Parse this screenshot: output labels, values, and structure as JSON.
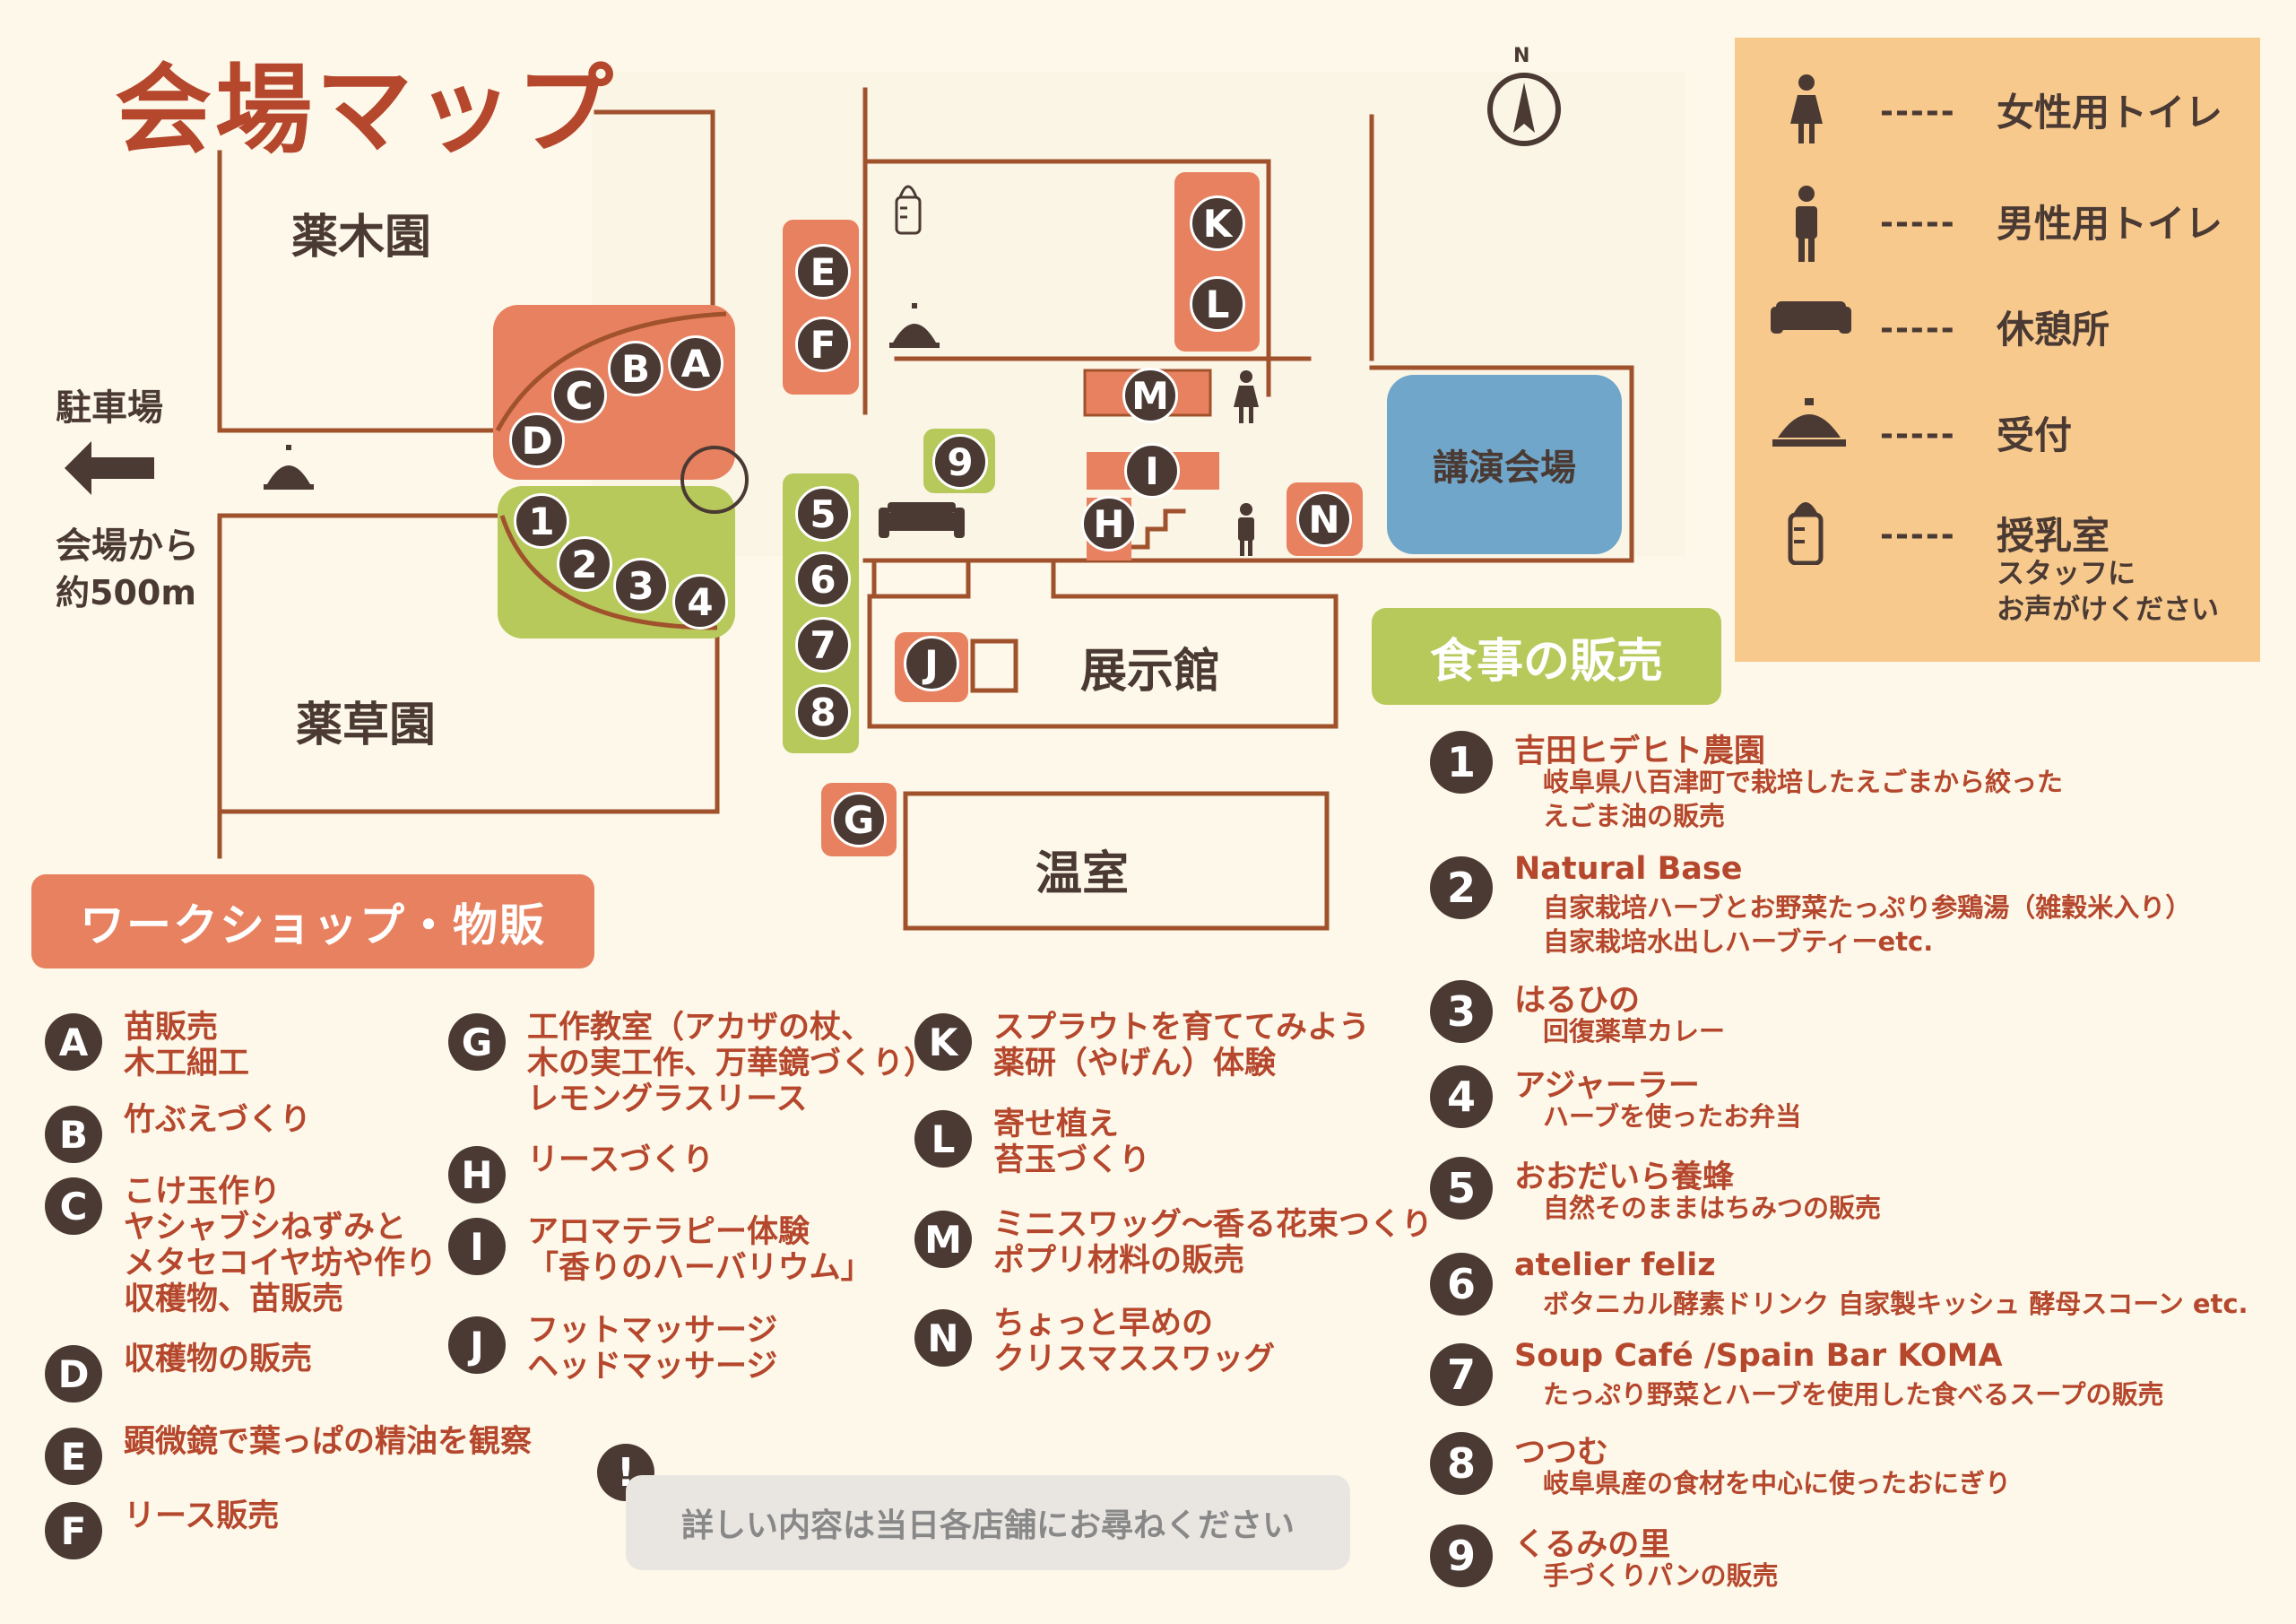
{
  "title": "会場マップ",
  "places": {
    "yakuboku": "薬木園",
    "yakusou": "薬草園",
    "tenjikan": "展示館",
    "onshitsu": "温室",
    "kouen": "講演会場",
    "parking": "駐車場",
    "distance_line1": "会場から",
    "distance_line2": "約500m"
  },
  "compass": "N",
  "legend": {
    "dash": "-----",
    "items": [
      {
        "icon": "female-toilet-icon",
        "label": "女性用トイレ"
      },
      {
        "icon": "male-toilet-icon",
        "label": "男性用トイレ"
      },
      {
        "icon": "sofa-icon",
        "label": "休憩所"
      },
      {
        "icon": "reception-bell-icon",
        "label": "受付"
      },
      {
        "icon": "baby-bottle-icon",
        "label": "授乳室"
      }
    ],
    "note_line1": "スタッフに",
    "note_line2": "お声がけください"
  },
  "map_markers": {
    "letters": [
      "A",
      "B",
      "C",
      "D",
      "E",
      "F",
      "G",
      "H",
      "I",
      "J",
      "K",
      "L",
      "M",
      "N"
    ],
    "numbers": [
      "1",
      "2",
      "3",
      "4",
      "5",
      "6",
      "7",
      "8",
      "9"
    ]
  },
  "workshop": {
    "heading": "ワークショップ・物販",
    "items": [
      {
        "key": "A",
        "lines": [
          "苗販売",
          "木工細工"
        ]
      },
      {
        "key": "B",
        "lines": [
          "竹ぶえづくり"
        ]
      },
      {
        "key": "C",
        "lines": [
          "こけ玉作り",
          "ヤシャブシねずみと",
          "メタセコイヤ坊や作り",
          "収穫物、苗販売"
        ]
      },
      {
        "key": "D",
        "lines": [
          "収穫物の販売"
        ]
      },
      {
        "key": "E",
        "lines": [
          "顕微鏡で葉っぱの精油を観察"
        ]
      },
      {
        "key": "F",
        "lines": [
          "リース販売"
        ]
      },
      {
        "key": "G",
        "lines": [
          "工作教室（アカザの杖、",
          "木の実工作、万華鏡づくり）",
          "レモングラスリース"
        ]
      },
      {
        "key": "H",
        "lines": [
          "リースづくり"
        ]
      },
      {
        "key": "I",
        "lines": [
          "アロマテラピー体験",
          "「香りのハーバリウム」"
        ]
      },
      {
        "key": "J",
        "lines": [
          "フットマッサージ",
          "ヘッドマッサージ"
        ]
      },
      {
        "key": "K",
        "lines": [
          "スプラウトを育ててみよう",
          "薬研（やげん）体験"
        ]
      },
      {
        "key": "L",
        "lines": [
          "寄せ植え",
          "苔玉づくり"
        ]
      },
      {
        "key": "M",
        "lines": [
          "ミニスワッグ～香る花束つくり",
          "ポプリ材料の販売"
        ]
      },
      {
        "key": "N",
        "lines": [
          "ちょっと早めの",
          "クリスマススワッグ"
        ]
      }
    ]
  },
  "food": {
    "heading": "食事の販売",
    "items": [
      {
        "key": "1",
        "name": "吉田ヒデヒト農園",
        "desc": [
          "岐阜県八百津町で栽培したえごまから絞った",
          "えごま油の販売"
        ]
      },
      {
        "key": "2",
        "name": "Natural Base",
        "desc": [
          "自家栽培ハーブとお野菜たっぷり参鶏湯（雑穀米入り）",
          "自家栽培水出しハーブティーetc."
        ]
      },
      {
        "key": "3",
        "name": "はるひの",
        "desc": [
          "回復薬草カレー"
        ]
      },
      {
        "key": "4",
        "name": "アジャーラー",
        "desc": [
          "ハーブを使ったお弁当"
        ]
      },
      {
        "key": "5",
        "name": "おおだいら養蜂",
        "desc": [
          "自然そのままはちみつの販売"
        ]
      },
      {
        "key": "6",
        "name": "atelier feliz",
        "desc": [
          "ボタニカル酵素ドリンク 自家製キッシュ 酵母スコーン etc."
        ]
      },
      {
        "key": "7",
        "name": "Soup Café /Spain Bar KOMA",
        "desc": [
          "たっぷり野菜とハーブを使用した食べるスープの販売"
        ]
      },
      {
        "key": "8",
        "name": "つつむ",
        "desc": [
          "岐阜県産の食材を中心に使ったおにぎり"
        ]
      },
      {
        "key": "9",
        "name": "くるみの里",
        "desc": [
          "手づくりパンの販売"
        ]
      }
    ]
  },
  "notice": {
    "icon": "!",
    "text": "詳しい内容は当日各店舗にお尋ねください"
  },
  "colors": {
    "orange": "#e8815f",
    "green": "#b7c95a",
    "brown": "#4a3a33",
    "line": "#a0522d",
    "blue": "#6fa6c9",
    "legend_bg": "#f7c98d",
    "text_red": "#b5472d"
  }
}
